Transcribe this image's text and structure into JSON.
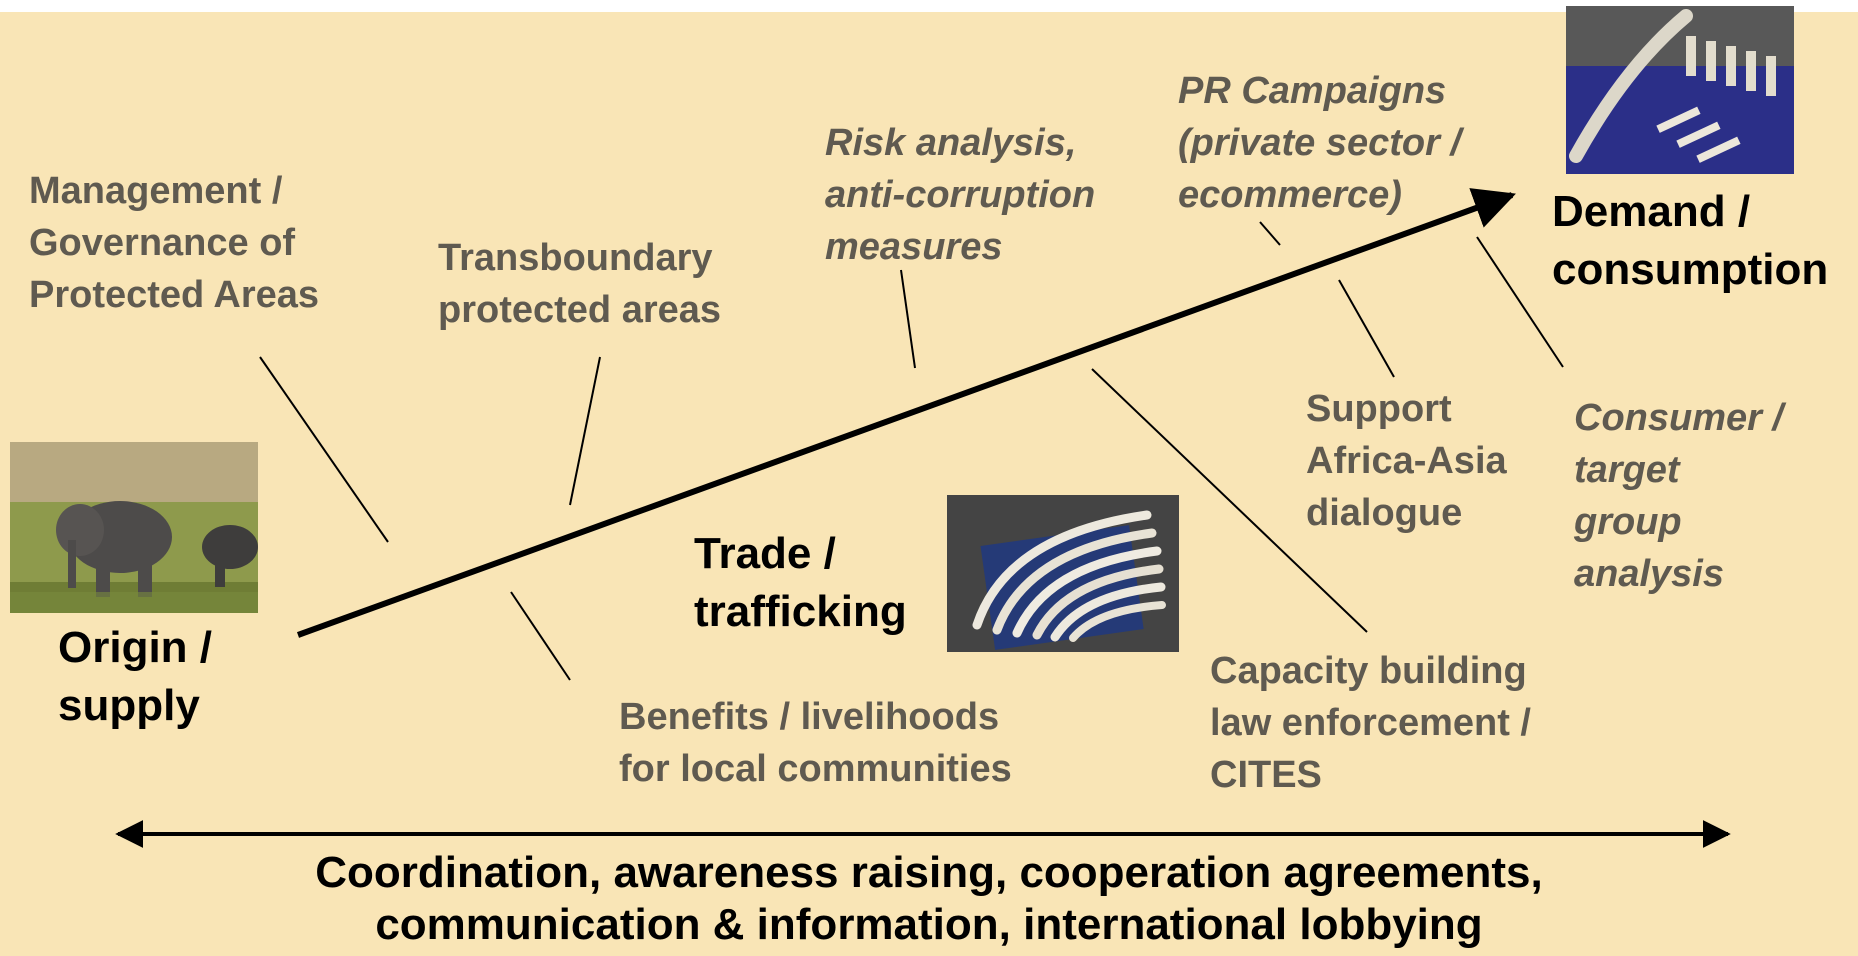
{
  "labels": {
    "management": "Management /\nGovernance of\nProtected Areas",
    "transboundary": "Transboundary\nprotected areas",
    "risk": "Risk analysis,\nanti-corruption\nmeasures",
    "pr": "PR Campaigns\n(private sector /\necommerce)",
    "demand": "Demand /\nconsumption",
    "support": "Support\nAfrica-Asia\ndialogue",
    "consumer": "Consumer /\ntarget\ngroup\nanalysis",
    "trade": "Trade /\ntrafficking",
    "origin": "Origin /\nsupply",
    "benefits": "Benefits / livelihoods\nfor local communities",
    "capacity": "Capacity building\nlaw enforcement /\nCITES"
  },
  "footer": {
    "line1": "Coordination, awareness raising, cooperation agreements,",
    "line2": "communication & information, international lobbying"
  },
  "images": {
    "elephants": "elephants-photo",
    "tusks": "ivory-tusks-photo",
    "carvings": "ivory-carvings-photo"
  },
  "colors": {
    "background": "#f9e5b6",
    "grey_text": "#5f5a50",
    "black_text": "#000000"
  }
}
